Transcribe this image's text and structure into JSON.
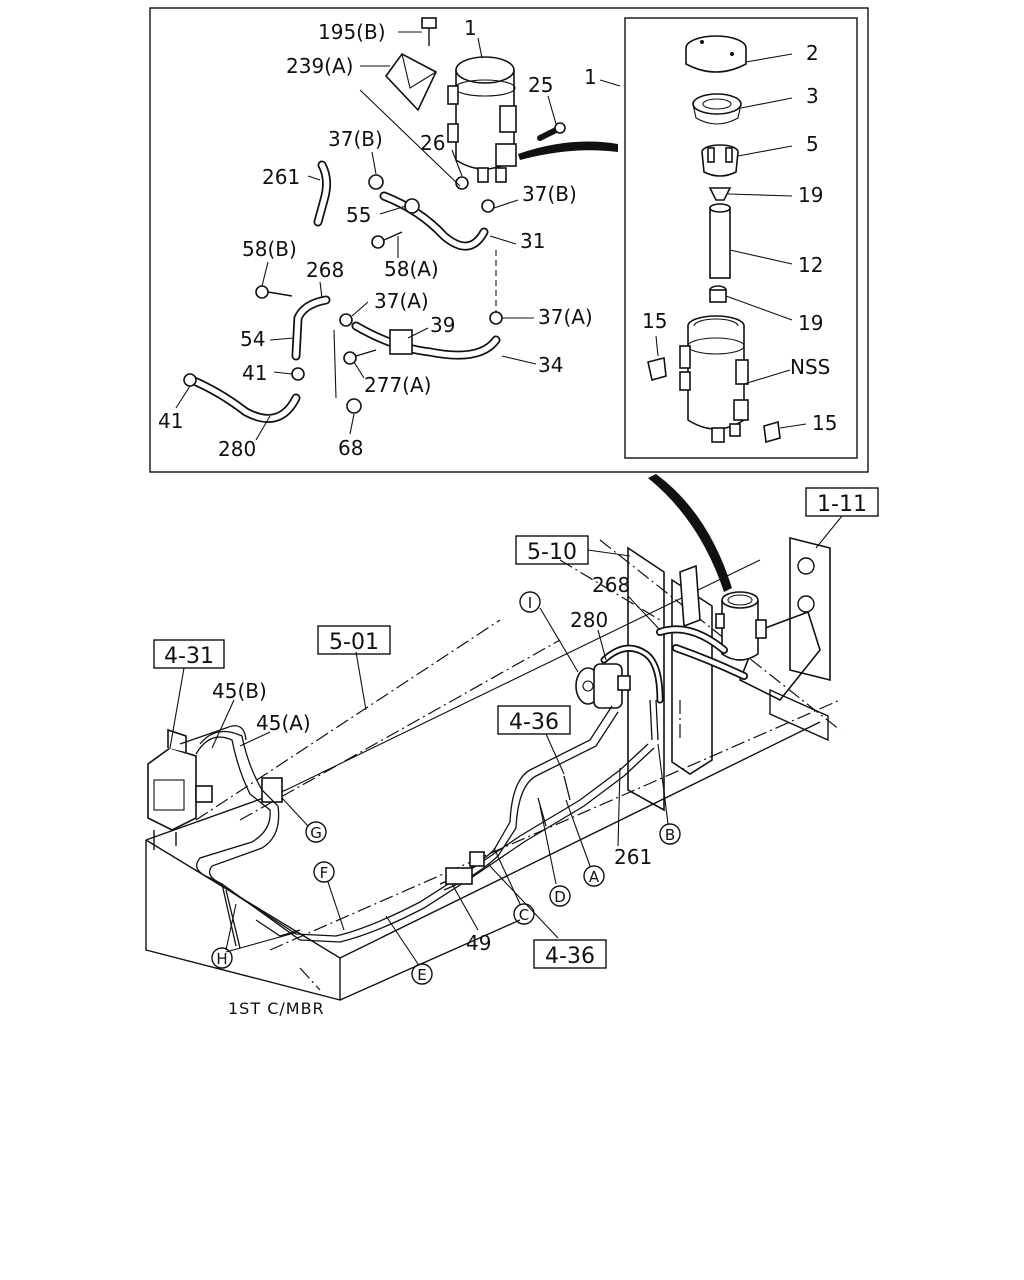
{
  "inset_labels": {
    "p195b": "195(B)",
    "p239a": "239(A)",
    "p1top": "1",
    "p25": "25",
    "p1side": "1",
    "p37b_a": "37(B)",
    "p26": "26",
    "p261": "261",
    "p55": "55",
    "p37b_b": "37(B)",
    "p31": "31",
    "p58b": "58(B)",
    "p268": "268",
    "p58a": "58(A)",
    "p37a_a": "37(A)",
    "p39": "39",
    "p37a_b": "37(A)",
    "p54": "54",
    "p41a": "41",
    "p277a": "277(A)",
    "p34": "34",
    "p41b": "41",
    "p280": "280",
    "p68": "68",
    "d2": "2",
    "d3": "3",
    "d5": "5",
    "d19a": "19",
    "d12": "12",
    "d19b": "19",
    "d15a": "15",
    "dNSS": "NSS",
    "d15b": "15"
  },
  "main_labels": {
    "ref111": "1-11",
    "ref510": "5-10",
    "ref431": "4-31",
    "ref501": "5-01",
    "ref436a": "4-36",
    "ref436b": "4-36",
    "m268": "268",
    "m280": "280",
    "m45b": "45(B)",
    "m45a": "45(A)",
    "m261": "261",
    "m49": "49",
    "member": "1ST C/MBR"
  },
  "circled": {
    "I": "I",
    "G": "G",
    "F": "F",
    "H": "H",
    "E": "E",
    "C": "C",
    "D": "D",
    "A": "A",
    "B": "B"
  }
}
